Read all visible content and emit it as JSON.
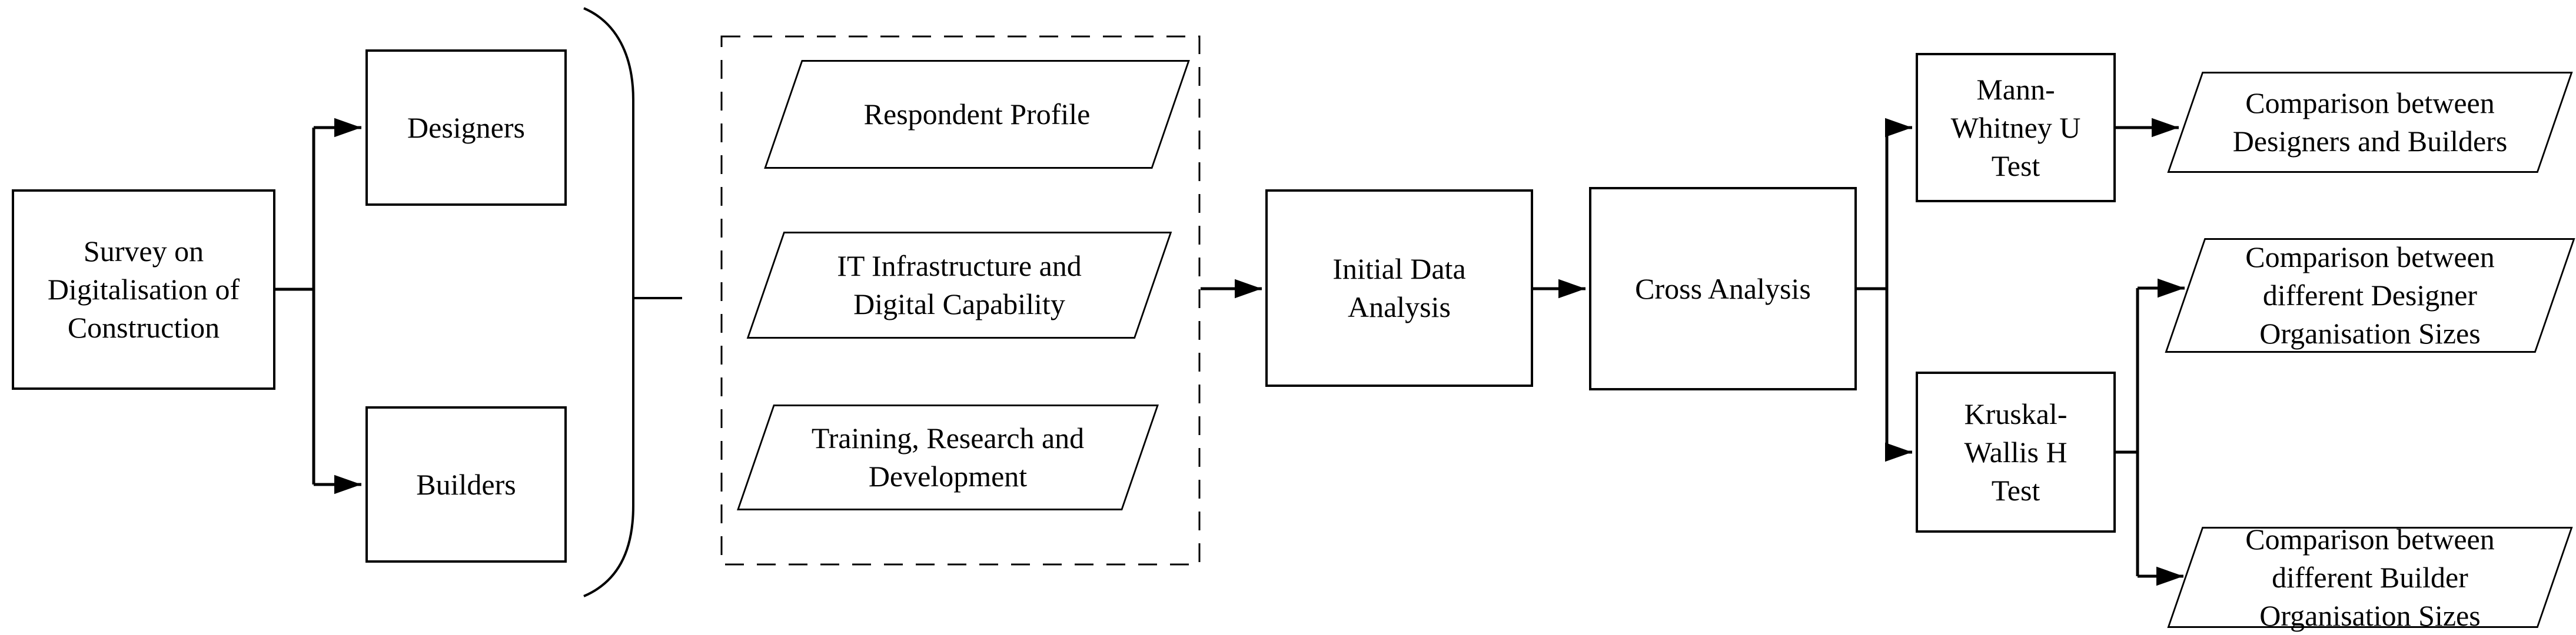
{
  "nodes": {
    "survey": {
      "label": "Survey on\nDigitalisation of\nConstruction"
    },
    "designers": {
      "label": "Designers"
    },
    "builders": {
      "label": "Builders"
    },
    "respondent_profile": {
      "label": "Respondent Profile"
    },
    "it_infrastructure": {
      "label": "IT Infrastructure and\nDigital Capability"
    },
    "training_rd": {
      "label": "Training, Research and\nDevelopment"
    },
    "initial_data_analysis": {
      "label": "Initial Data\nAnalysis"
    },
    "cross_analysis": {
      "label": "Cross Analysis"
    },
    "mann_whitney": {
      "label": "Mann-\nWhitney U\nTest"
    },
    "kruskal_wallis": {
      "label": "Kruskal-\nWallis H\nTest"
    },
    "comparison_designers_builders": {
      "label": "Comparison between\nDesigners and Builders"
    },
    "comparison_designer_sizes": {
      "label": "Comparison between\ndifferent Designer\nOrganisation Sizes"
    },
    "comparison_builder_sizes": {
      "label": "Comparison between\ndifferent Builder\nOrganisation Sizes"
    }
  },
  "colors": {
    "ink": "#000000",
    "background": "#ffffff"
  }
}
